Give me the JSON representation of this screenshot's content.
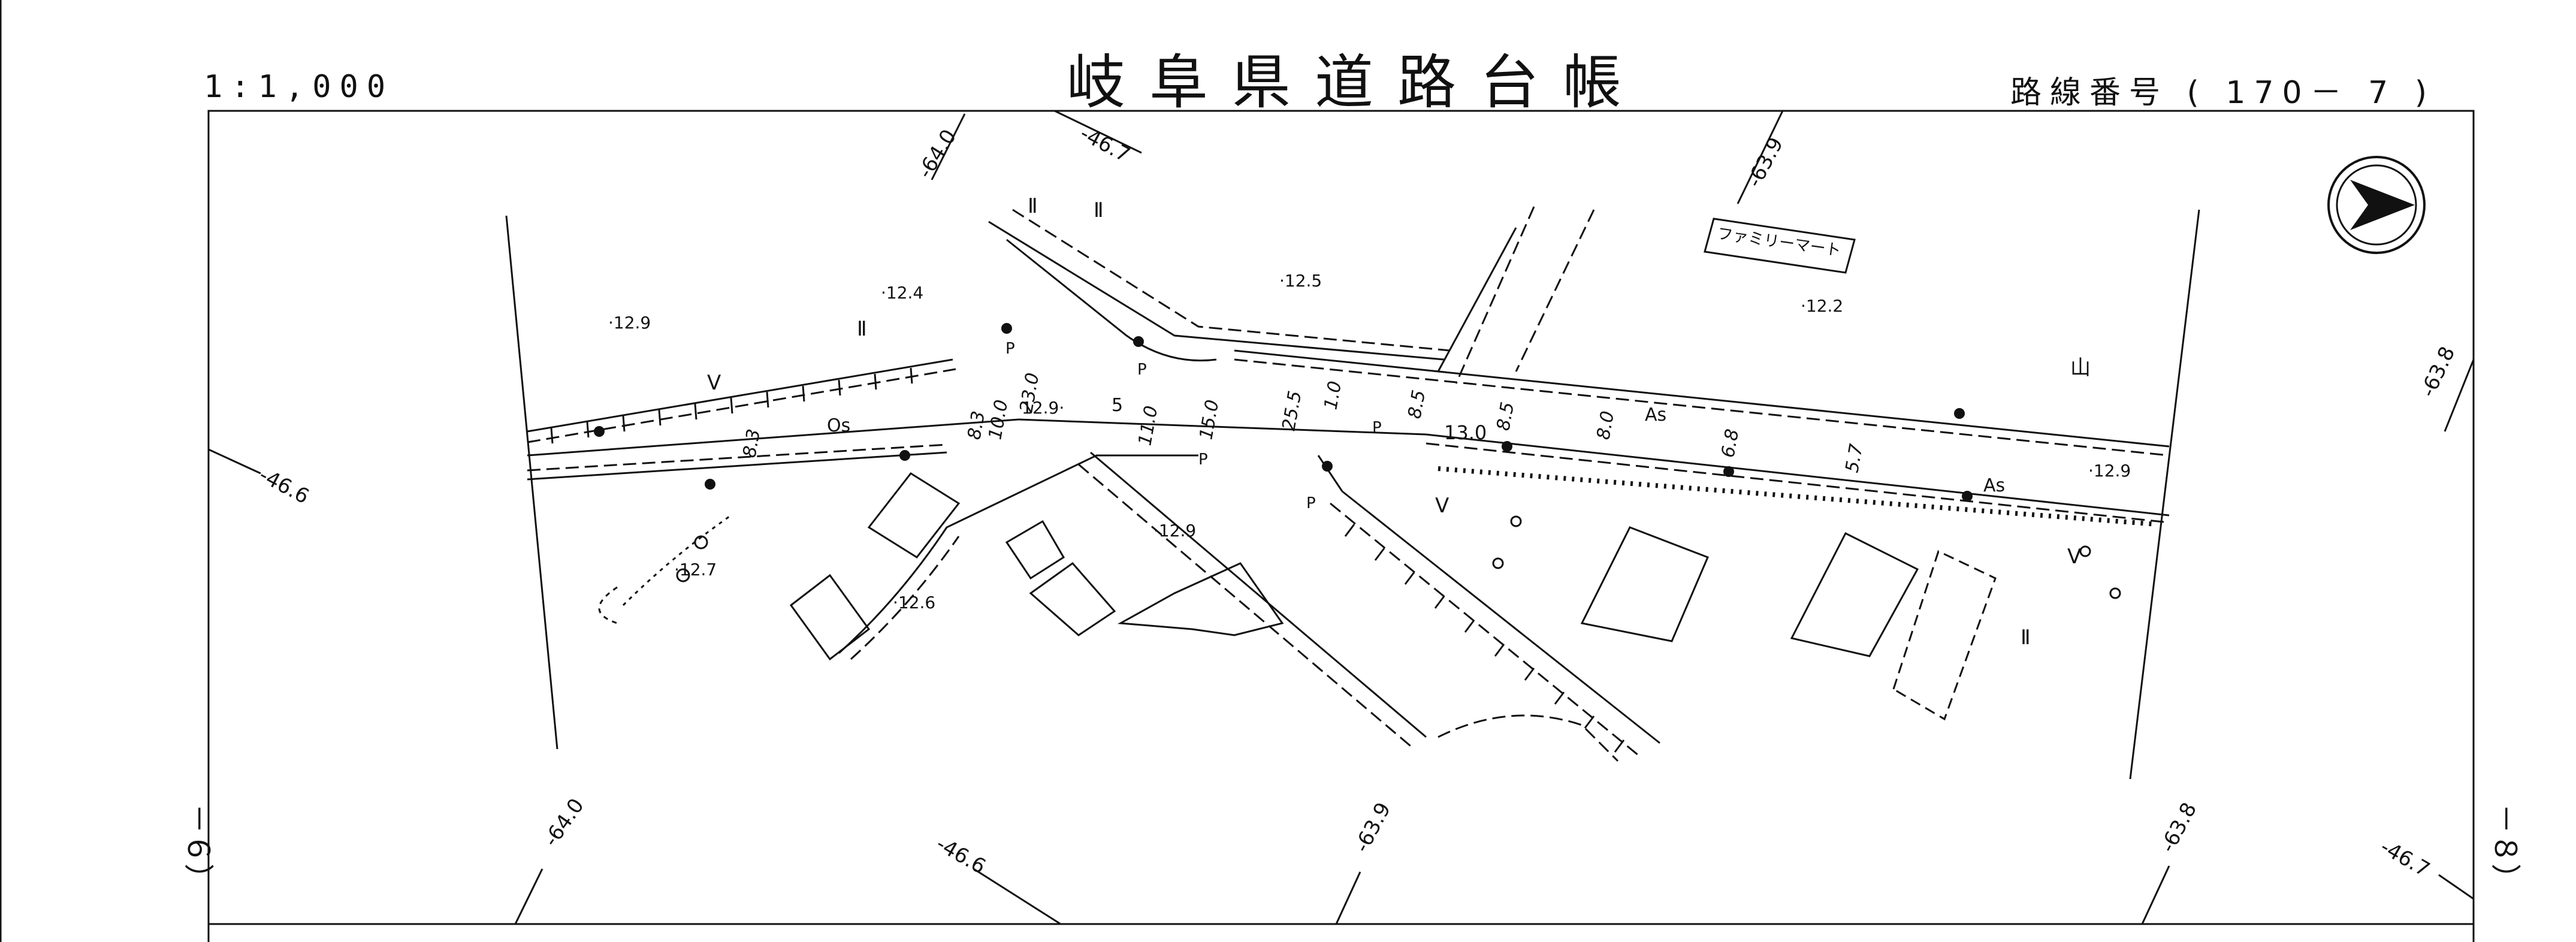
{
  "header": {
    "title": "岐阜県道路台帳",
    "scale": "1:1,000",
    "route_label": "路線番号",
    "route_open": "(",
    "route_number": "170－",
    "route_sub": "7",
    "route_close": ")"
  },
  "side_labels": {
    "left": "－６）",
    "right": "－８）"
  },
  "map": {
    "grid_labels": {
      "top": [
        "-64.0",
        "-46.7",
        "-63.9",
        "-63.8"
      ],
      "left": [
        "-46.6"
      ],
      "bottom": [
        "-64.0",
        "-46.6",
        "-63.9",
        "-63.8",
        "-46.7"
      ]
    },
    "elevations": [
      "·12.9",
      "·12.4",
      "·12.5",
      "·12.2",
      "·12.7",
      "·12.6",
      "·12.9",
      "12.9·",
      "·12.9"
    ],
    "widths": [
      "8.3",
      "8.3",
      "10.0",
      "23.0",
      "11.0",
      "15.0",
      "25.5",
      "1.0",
      "8.5",
      "8.5",
      "8.0",
      "6.8",
      "5.7",
      "13.0"
    ],
    "surface_labels": [
      "Os",
      "As",
      "As",
      "5"
    ],
    "facility_labels": [
      "P",
      "P",
      "P",
      "P",
      "P"
    ],
    "store_name": "ファミリーマート",
    "symbols": [
      "山",
      "Ⅱ",
      "V",
      "V",
      "V",
      "Ⅱ",
      "Ⅱ",
      "Ⅱ"
    ]
  },
  "compass": {
    "icon": "north-arrow-icon"
  }
}
